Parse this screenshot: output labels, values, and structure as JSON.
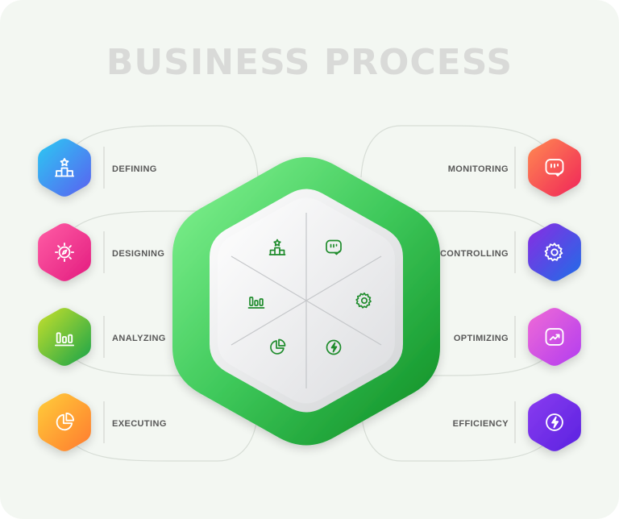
{
  "title": "BUSINESS PROCESS",
  "colors": {
    "background": "#f3f7f2",
    "hub_outer_start": "#7ef38a",
    "hub_outer_end": "#0a8a1e",
    "hub_icon": "#1f8c2c"
  },
  "left_steps": [
    {
      "label": "DEFINING",
      "icon": "podium-star-icon",
      "color_start": "#2bcaf3",
      "color_end": "#5b5ff0"
    },
    {
      "label": "DESIGNING",
      "icon": "compass-icon",
      "color_start": "#ff5ea5",
      "color_end": "#e31b7f"
    },
    {
      "label": "ANALYZING",
      "icon": "bar-chart-icon",
      "color_start": "#c8e02b",
      "color_end": "#17a34a"
    },
    {
      "label": "EXECUTING",
      "icon": "pie-chart-icon",
      "color_start": "#ffce3a",
      "color_end": "#ff7a2e"
    }
  ],
  "right_steps": [
    {
      "label": "MONITORING",
      "icon": "monitor-check-icon",
      "color_start": "#ff8a50",
      "color_end": "#f0245a"
    },
    {
      "label": "CONTROLLING",
      "icon": "gear-icon",
      "color_start": "#8a2be2",
      "color_end": "#1e6ee8"
    },
    {
      "label": "OPTIMIZING",
      "icon": "trend-up-icon",
      "color_start": "#f06bd6",
      "color_end": "#b23cf0"
    },
    {
      "label": "EFFICIENCY",
      "icon": "lightning-icon",
      "color_start": "#8a3cf0",
      "color_end": "#5a22e0"
    }
  ],
  "hub_icons": [
    "podium-star-icon",
    "monitor-check-icon",
    "bar-chart-icon",
    "gear-icon",
    "pie-chart-icon",
    "lightning-icon"
  ]
}
